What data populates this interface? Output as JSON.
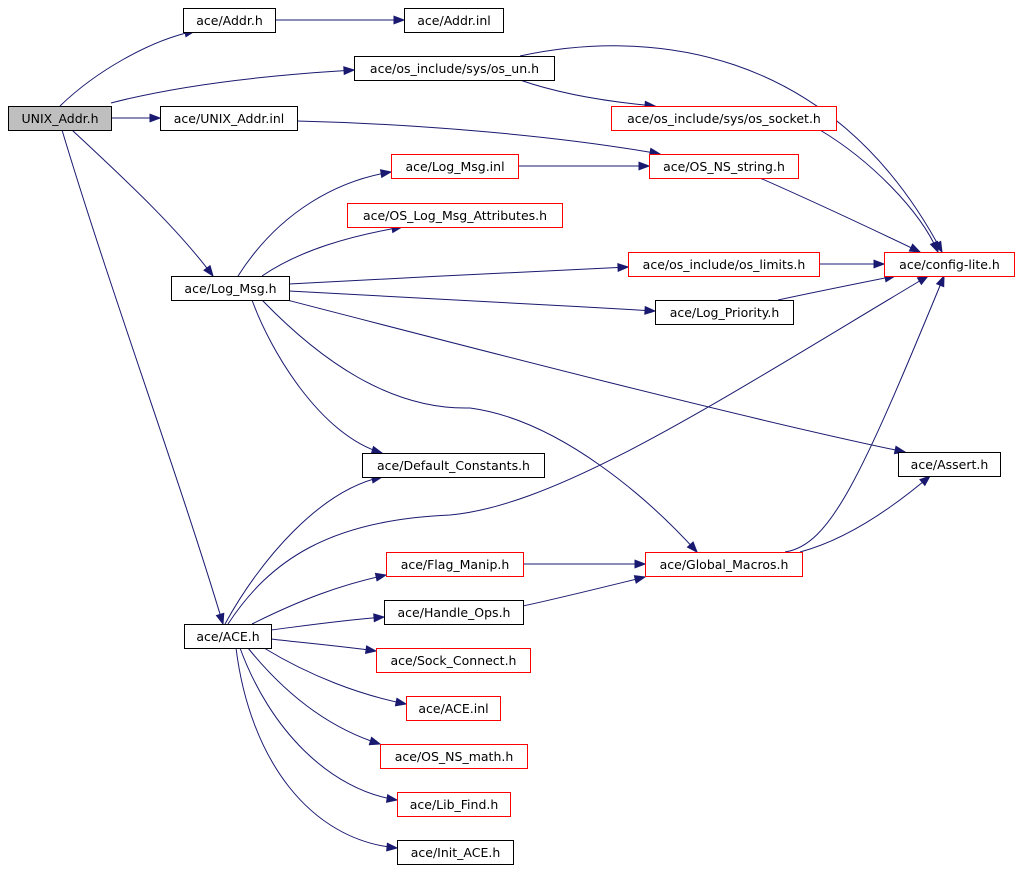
{
  "colors": {
    "edge": "#191970",
    "root_fill": "#bfbfbf",
    "default_fill": "#ffffff",
    "black_border": "#000000",
    "red_border": "#ff0000"
  },
  "graph": {
    "nodes": [
      {
        "id": "unix_addr_h",
        "label": "UNIX_Addr.h",
        "style": "root"
      },
      {
        "id": "addr_h",
        "label": "ace/Addr.h",
        "style": "black"
      },
      {
        "id": "addr_inl",
        "label": "ace/Addr.inl",
        "style": "black"
      },
      {
        "id": "os_un_h",
        "label": "ace/os_include/sys/os_un.h",
        "style": "black"
      },
      {
        "id": "os_socket_h",
        "label": "ace/os_include/sys/os_socket.h",
        "style": "red"
      },
      {
        "id": "unix_addr_inl",
        "label": "ace/UNIX_Addr.inl",
        "style": "black"
      },
      {
        "id": "log_msg_inl",
        "label": "ace/Log_Msg.inl",
        "style": "red"
      },
      {
        "id": "os_ns_string_h",
        "label": "ace/OS_NS_string.h",
        "style": "red"
      },
      {
        "id": "os_log_msg_attr_h",
        "label": "ace/OS_Log_Msg_Attributes.h",
        "style": "red"
      },
      {
        "id": "log_msg_h",
        "label": "ace/Log_Msg.h",
        "style": "black"
      },
      {
        "id": "os_limits_h",
        "label": "ace/os_include/os_limits.h",
        "style": "red"
      },
      {
        "id": "config_lite_h",
        "label": "ace/config-lite.h",
        "style": "red"
      },
      {
        "id": "log_priority_h",
        "label": "ace/Log_Priority.h",
        "style": "black"
      },
      {
        "id": "default_constants_h",
        "label": "ace/Default_Constants.h",
        "style": "black"
      },
      {
        "id": "assert_h",
        "label": "ace/Assert.h",
        "style": "black"
      },
      {
        "id": "flag_manip_h",
        "label": "ace/Flag_Manip.h",
        "style": "red"
      },
      {
        "id": "global_macros_h",
        "label": "ace/Global_Macros.h",
        "style": "red"
      },
      {
        "id": "handle_ops_h",
        "label": "ace/Handle_Ops.h",
        "style": "black"
      },
      {
        "id": "ace_h",
        "label": "ace/ACE.h",
        "style": "black"
      },
      {
        "id": "sock_connect_h",
        "label": "ace/Sock_Connect.h",
        "style": "red"
      },
      {
        "id": "ace_inl",
        "label": "ace/ACE.inl",
        "style": "red"
      },
      {
        "id": "os_ns_math_h",
        "label": "ace/OS_NS_math.h",
        "style": "red"
      },
      {
        "id": "lib_find_h",
        "label": "ace/Lib_Find.h",
        "style": "red"
      },
      {
        "id": "init_ace_h",
        "label": "ace/Init_ACE.h",
        "style": "black"
      }
    ],
    "edges": [
      {
        "from": "unix_addr_h",
        "to": "addr_h"
      },
      {
        "from": "addr_h",
        "to": "addr_inl"
      },
      {
        "from": "unix_addr_h",
        "to": "os_un_h"
      },
      {
        "from": "os_un_h",
        "to": "os_socket_h"
      },
      {
        "from": "os_un_h",
        "to": "config_lite_h"
      },
      {
        "from": "os_socket_h",
        "to": "config_lite_h"
      },
      {
        "from": "unix_addr_h",
        "to": "unix_addr_inl"
      },
      {
        "from": "unix_addr_inl",
        "to": "os_ns_string_h"
      },
      {
        "from": "unix_addr_h",
        "to": "log_msg_h"
      },
      {
        "from": "unix_addr_h",
        "to": "ace_h"
      },
      {
        "from": "log_msg_h",
        "to": "log_msg_inl"
      },
      {
        "from": "log_msg_inl",
        "to": "os_ns_string_h"
      },
      {
        "from": "os_ns_string_h",
        "to": "config_lite_h"
      },
      {
        "from": "log_msg_h",
        "to": "os_log_msg_attr_h"
      },
      {
        "from": "log_msg_h",
        "to": "os_limits_h"
      },
      {
        "from": "os_limits_h",
        "to": "config_lite_h"
      },
      {
        "from": "log_msg_h",
        "to": "log_priority_h"
      },
      {
        "from": "log_priority_h",
        "to": "config_lite_h"
      },
      {
        "from": "log_msg_h",
        "to": "assert_h"
      },
      {
        "from": "log_msg_h",
        "to": "default_constants_h"
      },
      {
        "from": "log_msg_h",
        "to": "global_macros_h"
      },
      {
        "from": "global_macros_h",
        "to": "config_lite_h"
      },
      {
        "from": "global_macros_h",
        "to": "assert_h"
      },
      {
        "from": "ace_h",
        "to": "default_constants_h"
      },
      {
        "from": "ace_h",
        "to": "config_lite_h"
      },
      {
        "from": "ace_h",
        "to": "flag_manip_h"
      },
      {
        "from": "flag_manip_h",
        "to": "global_macros_h"
      },
      {
        "from": "ace_h",
        "to": "handle_ops_h"
      },
      {
        "from": "handle_ops_h",
        "to": "global_macros_h"
      },
      {
        "from": "ace_h",
        "to": "sock_connect_h"
      },
      {
        "from": "ace_h",
        "to": "ace_inl"
      },
      {
        "from": "ace_h",
        "to": "os_ns_math_h"
      },
      {
        "from": "ace_h",
        "to": "lib_find_h"
      },
      {
        "from": "ace_h",
        "to": "init_ace_h"
      }
    ]
  }
}
